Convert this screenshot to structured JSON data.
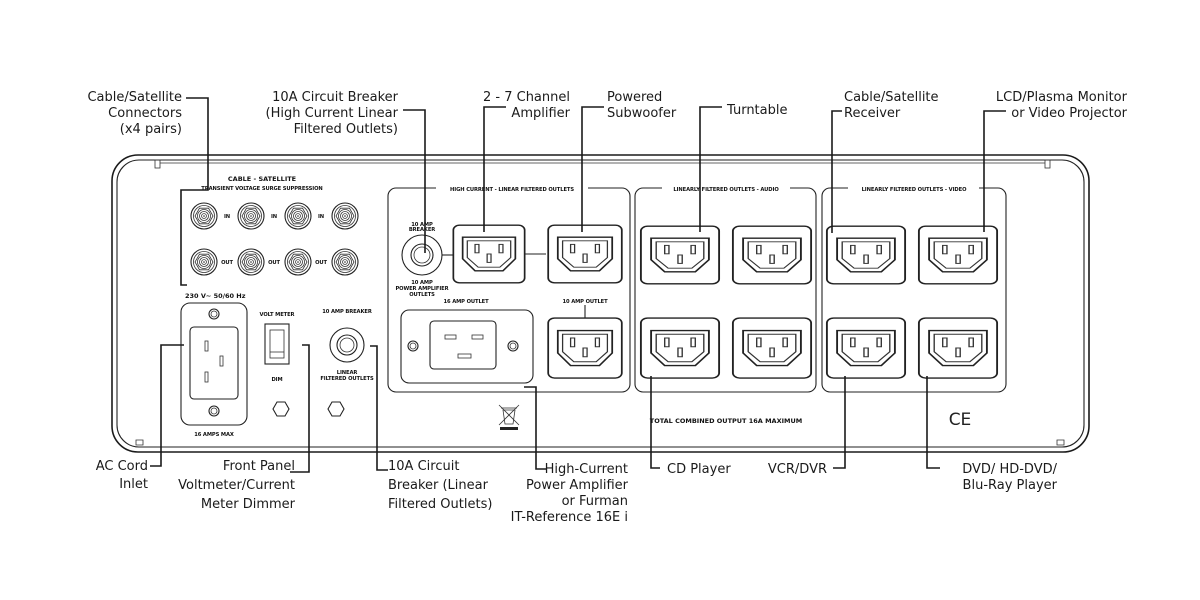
{
  "diagram": {
    "title": "Furman power conditioner rear panel connection diagram",
    "callouts_top": [
      {
        "id": "cable-satellite-connectors",
        "lines": [
          "Cable/Satellite",
          "Connectors",
          "(x4 pairs)"
        ]
      },
      {
        "id": "circuit-breaker-high-current",
        "lines": [
          "10A Circuit Breaker",
          "(High Current Linear",
          "Filtered Outlets)"
        ]
      },
      {
        "id": "channel-amplifier",
        "lines": [
          "2 - 7 Channel",
          "Amplifier"
        ]
      },
      {
        "id": "powered-subwoofer",
        "lines": [
          "Powered",
          "Subwoofer"
        ]
      },
      {
        "id": "turntable",
        "lines": [
          "Turntable"
        ]
      },
      {
        "id": "cable-satellite-receiver",
        "lines": [
          "Cable/Satellite",
          "Receiver"
        ]
      },
      {
        "id": "lcd-plasma-monitor",
        "lines": [
          "LCD/Plasma  Monitor",
          "or Video Projector"
        ]
      }
    ],
    "callouts_bottom": [
      {
        "id": "ac-cord-inlet",
        "lines": [
          "AC Cord",
          "Inlet"
        ]
      },
      {
        "id": "front-panel-dimmer",
        "lines": [
          "Front Panel",
          "Voltmeter/Current",
          "Meter Dimmer"
        ]
      },
      {
        "id": "circuit-breaker-linear",
        "lines": [
          "10A Circuit",
          "Breaker (Linear",
          "Filtered Outlets)"
        ]
      },
      {
        "id": "high-current-amplifier",
        "lines": [
          "High-Current",
          "Power Amplifier",
          "or Furman",
          "IT-Reference 16E i"
        ]
      },
      {
        "id": "cd-player",
        "lines": [
          "CD Player"
        ]
      },
      {
        "id": "vcr-dvr",
        "lines": [
          "VCR/DVR"
        ]
      },
      {
        "id": "dvd-player",
        "lines": [
          "DVD/ HD-DVD/",
          "Blu-Ray Player"
        ]
      }
    ],
    "panel": {
      "cable_section_title": "CABLE - SATELLITE",
      "cable_section_subtitle": "TRANSIENT VOLTAGE SURGE SUPPRESSION",
      "coax_in_label": "IN",
      "coax_out_label": "OUT",
      "voltage_rating": "230 V∼ 50/60 Hz",
      "inlet_rating": "16 AMPS MAX",
      "volt_meter_label": "VOLT METER",
      "dim_label": "DIM",
      "breaker_label": "10 AMP BREAKER",
      "breaker_linear_label_1": "LINEAR",
      "breaker_linear_label_2": "FILTERED OUTLETS",
      "hc_group_title": "HIGH CURRENT - LINEAR FILTERED OUTLETS",
      "hc_breaker_label_1": "10 AMP",
      "hc_breaker_label_2": "BREAKER",
      "hc_breaker_sub_1": "10 AMP",
      "hc_breaker_sub_2": "POWER AMPLIFIER",
      "hc_breaker_sub_3": "OUTLETS",
      "outlet_16a_label": "16 AMP OUTLET",
      "outlet_10a_label": "10 AMP OUTLET",
      "audio_group_title": "LINEARLY FILTERED OUTLETS - AUDIO",
      "video_group_title": "LINEARLY FILTERED OUTLETS - VIDEO",
      "total_output": "TOTAL COMBINED OUTPUT 16A MAXIMUM",
      "ce_mark": "CE",
      "weee_icon": "crossed-bin"
    }
  }
}
